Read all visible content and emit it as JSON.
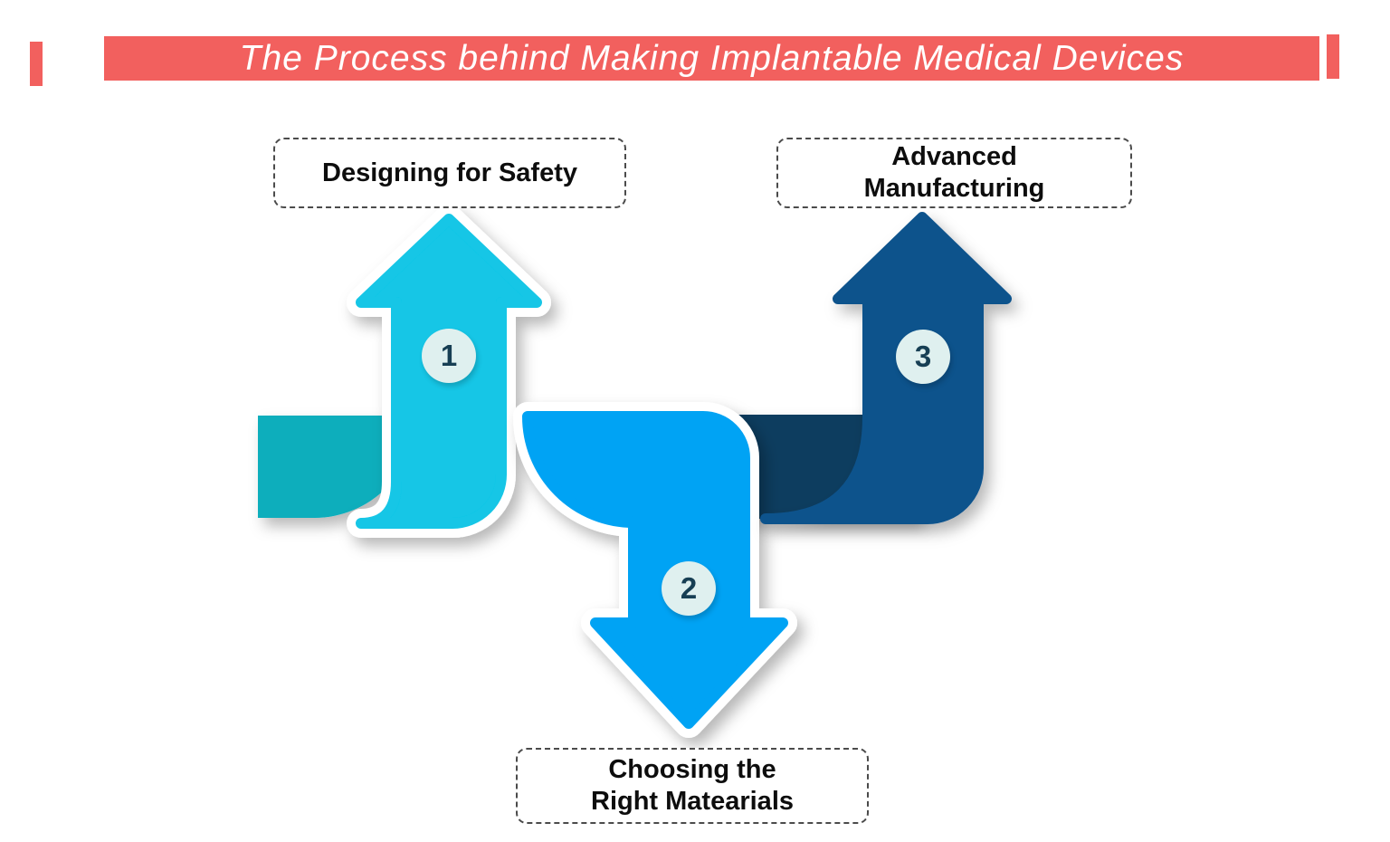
{
  "title": "The Process behind Making Implantable Medical Devices",
  "banner": {
    "background": "#F2605E",
    "text_color": "#FFFFFF"
  },
  "steps": [
    {
      "number": "1",
      "label": "Designing for Safety",
      "lines": [
        "Designing for Safety"
      ],
      "direction": "up",
      "arrow_color": "#12C6E6"
    },
    {
      "number": "2",
      "label": "Choosing the Right Matearials",
      "lines": [
        "Choosing the",
        "Right Matearials"
      ],
      "direction": "down",
      "arrow_color": "#04A3F4"
    },
    {
      "number": "3",
      "label": "Advanced Manufacturing",
      "lines": [
        "Advanced",
        "Manufacturing"
      ],
      "direction": "up",
      "arrow_color": "#11538C"
    }
  ],
  "ribbon": {
    "teal_band_color": "#07AEBC",
    "navy_band_color": "#083E5F",
    "badge_fill": "#DFF0EF",
    "badge_text_color": "#173F54"
  }
}
